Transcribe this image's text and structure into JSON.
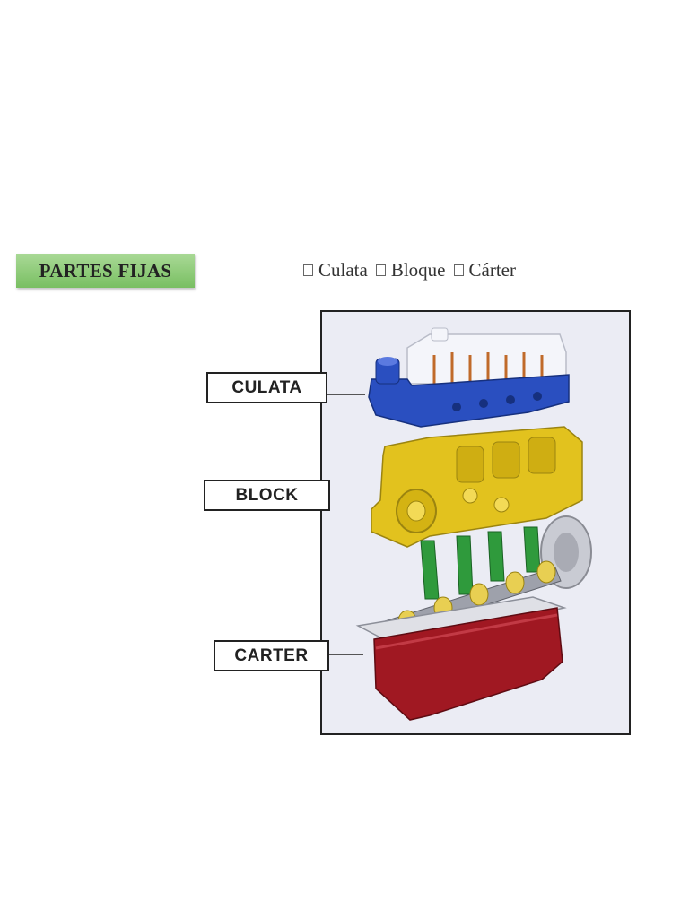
{
  "title": "PARTES FIJAS",
  "options": [
    {
      "label": "Culata"
    },
    {
      "label": "Bloque"
    },
    {
      "label": "Cárter"
    }
  ],
  "labels": {
    "culata": "CULATA",
    "block": "BLOCK",
    "carter": "CARTER"
  },
  "colors": {
    "badge": "#8cc973",
    "culata": "#2a4fc0",
    "block": "#e2c21e",
    "rods": "#2f9a3c",
    "carter": "#a01822",
    "frame_bg": "#ebecf4"
  }
}
